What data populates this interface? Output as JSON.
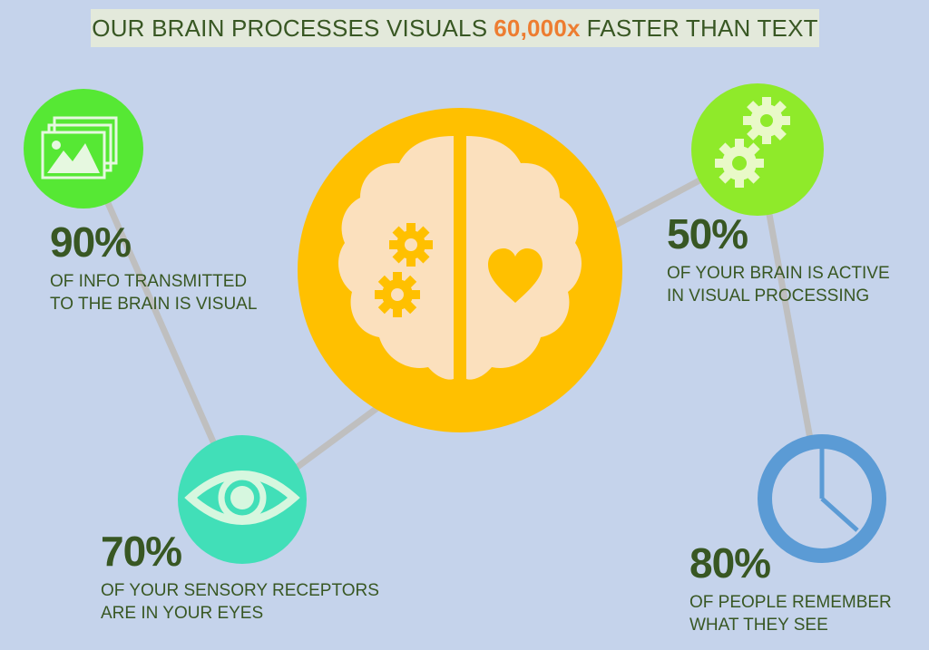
{
  "title": {
    "before": "OUR BRAIN PROCESSES VISUALS",
    "highlight": "60,000x",
    "after": "FASTER THAN TEXT"
  },
  "colors": {
    "background": "#c5d3eb",
    "title_box": "#e3e9db",
    "text": "#385723",
    "highlight": "#ed7d31",
    "brain_circle": "#ffc000",
    "brain": "#fbe0bd",
    "image_circle": "#56e834",
    "gears_circle": "#8fea2a",
    "eye_circle": "#41dfb8",
    "pie_ring": "#5b9bd5",
    "connector": "#bfbfbf"
  },
  "stats": [
    {
      "id": "info",
      "percent": "90%",
      "line1": "OF INFO TRANSMITTED",
      "line2": "TO THE BRAIN IS VISUAL",
      "icon": "image-icon"
    },
    {
      "id": "active",
      "percent": "50%",
      "line1": "OF YOUR BRAIN IS ACTIVE",
      "line2": "IN VISUAL PROCESSING",
      "icon": "gears-icon"
    },
    {
      "id": "receptors",
      "percent": "70%",
      "line1": "OF YOUR SENSORY RECEPTORS",
      "line2": "ARE IN YOUR EYES",
      "icon": "eye-icon"
    },
    {
      "id": "remember",
      "percent": "80%",
      "line1": "OF PEOPLE REMEMBER",
      "line2": "WHAT THEY SEE",
      "icon": "pie-chart-icon"
    }
  ]
}
